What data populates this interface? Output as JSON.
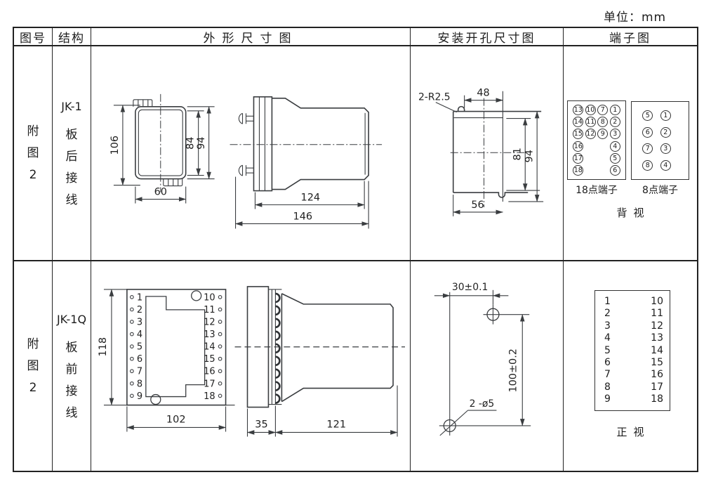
{
  "unit_label": "单位：mm",
  "headers": {
    "fig_no": "图号",
    "structure": "结构",
    "outline": "外形尺寸图",
    "install": "安装开孔尺寸图",
    "terminal": "端子图"
  },
  "rows": [
    {
      "fig_no": [
        "附",
        "图",
        "2"
      ],
      "structure": [
        "JK-1",
        "板",
        "后",
        "接",
        "线"
      ],
      "front": {
        "height": "106",
        "inner_height": "84",
        "outer_height": "94",
        "width": "60"
      },
      "side": {
        "body_len": "124",
        "total_len": "146"
      },
      "install": {
        "slot_r": "2-R2.5",
        "slot_offset": "48",
        "inner_h": "81",
        "outer_h": "94",
        "width": "56"
      },
      "terminal18": {
        "label": "18点端子",
        "grid": [
          [
            "13",
            "10",
            "7",
            "1"
          ],
          [
            "14",
            "11",
            "8",
            "2"
          ],
          [
            "15",
            "12",
            "9",
            "3"
          ],
          [
            "16",
            "",
            "",
            "4"
          ],
          [
            "17",
            "",
            "",
            "5"
          ],
          [
            "18",
            "",
            "",
            "6"
          ]
        ]
      },
      "terminal8": {
        "label": "8点端子",
        "grid": [
          [
            "5",
            "1"
          ],
          [
            "6",
            "2"
          ],
          [
            "7",
            "3"
          ],
          [
            "8",
            "4"
          ]
        ]
      },
      "view_label": "背视"
    },
    {
      "fig_no": [
        "附",
        "图",
        "2"
      ],
      "structure": [
        "JK-1Q",
        "板",
        "前",
        "接",
        "线"
      ],
      "front": {
        "height": "118",
        "width": "102",
        "left_terminals": [
          "1",
          "2",
          "3",
          "4",
          "5",
          "6",
          "7",
          "8",
          "9"
        ],
        "right_terminals": [
          "10",
          "11",
          "12",
          "13",
          "14",
          "15",
          "16",
          "17",
          "18"
        ]
      },
      "side": {
        "panel_depth": "35",
        "body_len": "121"
      },
      "install": {
        "h_dist": "30±0.1",
        "v_dist": "100±0.2",
        "holes": "2 -ø5"
      },
      "terminal": {
        "left": [
          "1",
          "2",
          "3",
          "4",
          "5",
          "6",
          "7",
          "8",
          "9"
        ],
        "right": [
          "10",
          "11",
          "12",
          "13",
          "14",
          "15",
          "16",
          "17",
          "18"
        ],
        "view_label": "正视"
      }
    }
  ]
}
